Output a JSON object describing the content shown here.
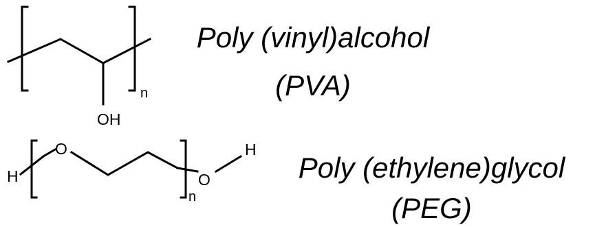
{
  "pva": {
    "name": "Poly (vinyl)alcohol",
    "abbreviation": "(PVA)",
    "hydroxyl_label": "OH",
    "repeat_subscript": "n"
  },
  "peg": {
    "name": "Poly (ethylene)glycol",
    "abbreviation": "(PEG)",
    "end_hydrogen_left": "H",
    "oxygen_inner": "O",
    "oxygen_terminal": "O",
    "end_hydrogen_right": "H",
    "repeat_subscript": "n"
  }
}
